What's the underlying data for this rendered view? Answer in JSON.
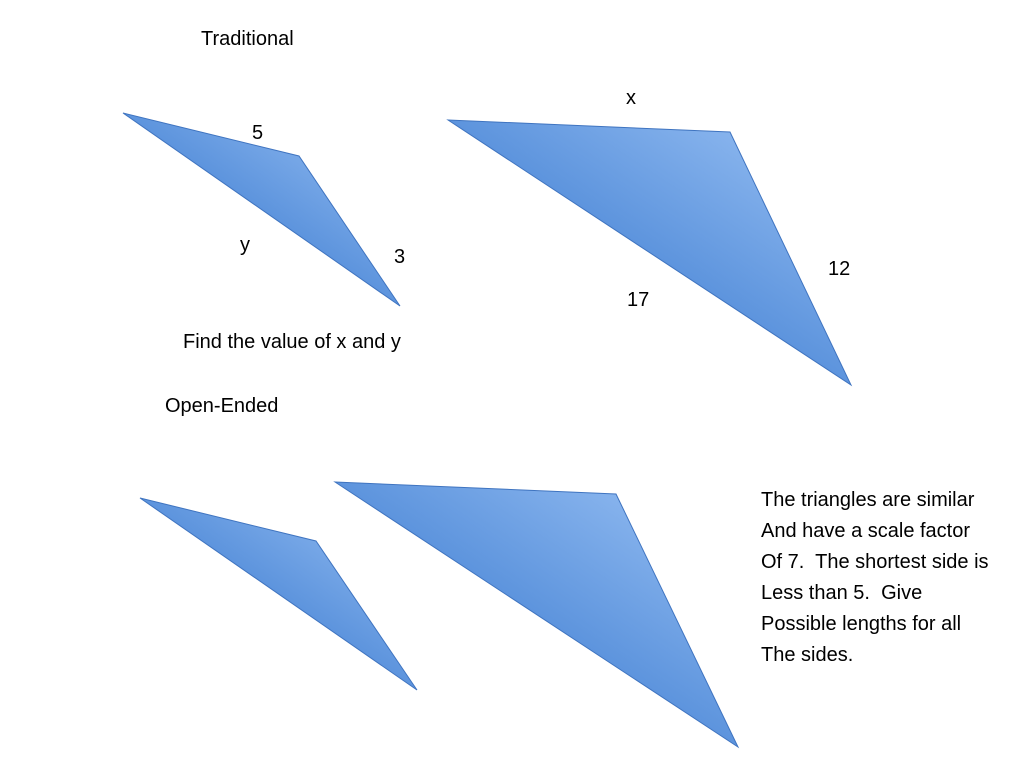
{
  "headings": {
    "traditional": "Traditional",
    "open_ended": "Open-Ended"
  },
  "side_labels": {
    "x": "x",
    "five": "5",
    "y": "y",
    "three": "3",
    "twelve": "12",
    "seventeen": "17"
  },
  "question": "Find the value of x and y",
  "prompt_lines": [
    "The triangles are similar",
    "And have a scale factor",
    "Of 7.  The shortest side is",
    "Less than 5.  Give",
    "Possible lengths for all",
    "The sides."
  ],
  "colors": {
    "fill_light": "#9cc3f5",
    "fill_dark": "#4a86d6",
    "stroke": "#3f74c0",
    "text": "#000000"
  }
}
